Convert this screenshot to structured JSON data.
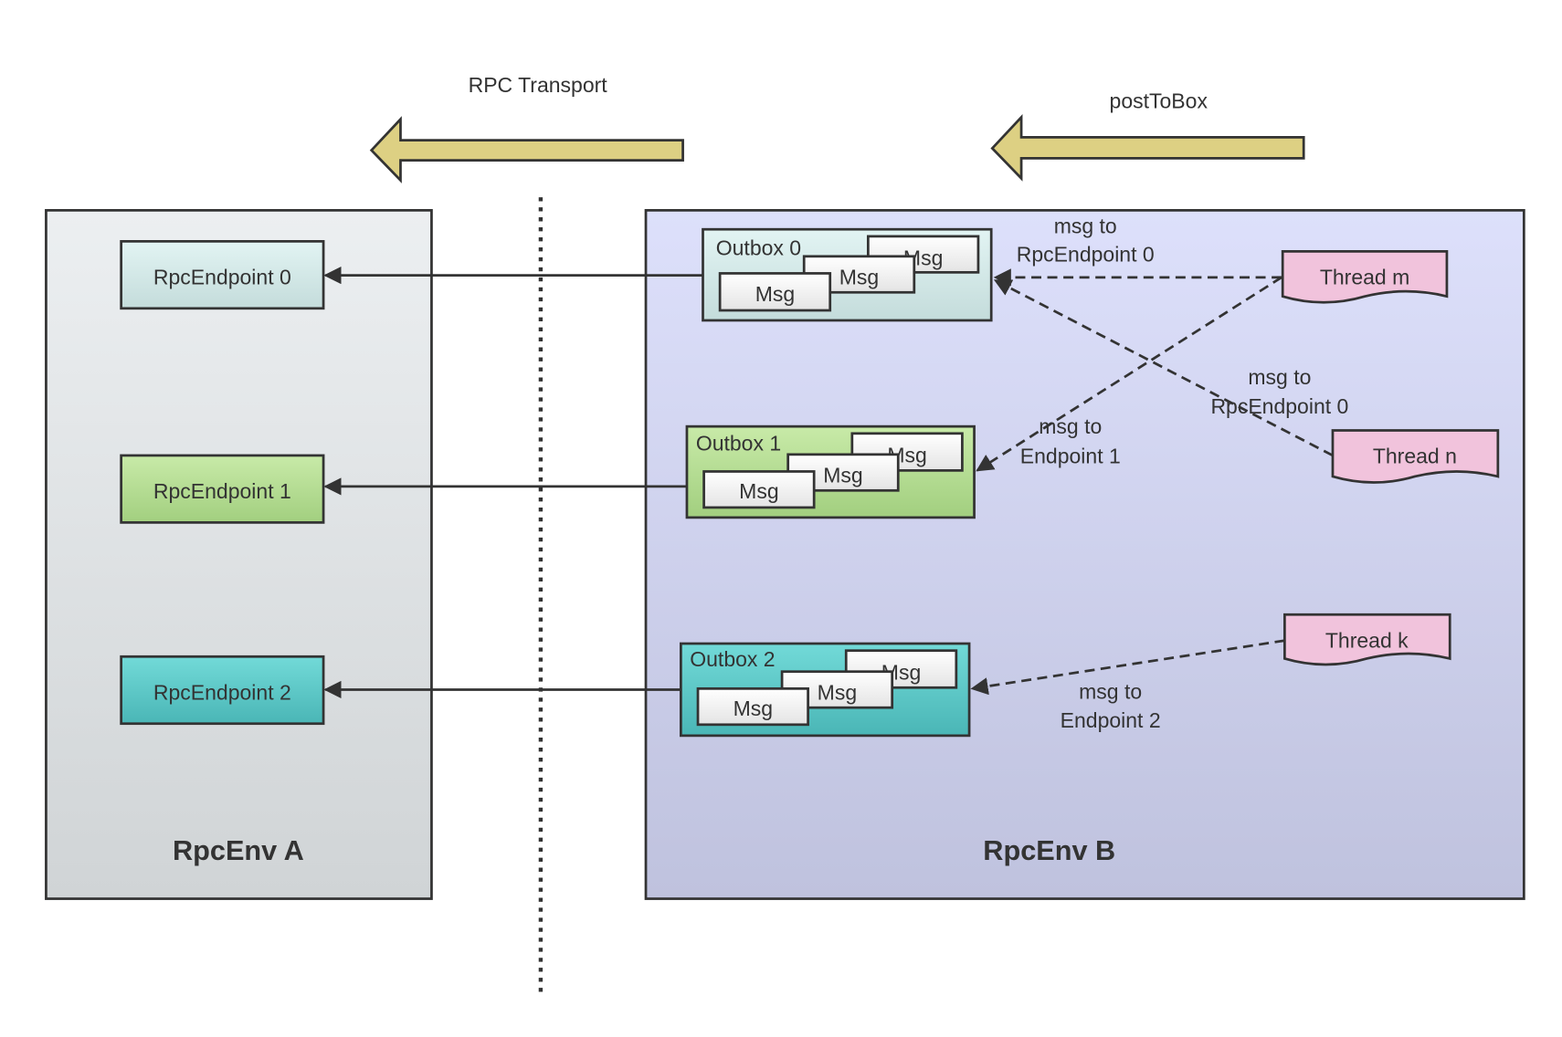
{
  "arrows": {
    "rpc_transport": "RPC Transport",
    "post_to_box": "postToBox"
  },
  "env_a": {
    "title": "RpcEnv A",
    "endpoints": [
      "RpcEndpoint 0",
      "RpcEndpoint 1",
      "RpcEndpoint 2"
    ]
  },
  "env_b": {
    "title": "RpcEnv B",
    "outboxes": [
      {
        "label": "Outbox 0",
        "msgs": [
          "Msg",
          "Msg",
          "Msg"
        ]
      },
      {
        "label": "Outbox 1",
        "msgs": [
          "Msg",
          "Msg",
          "Msg"
        ]
      },
      {
        "label": "Outbox 2",
        "msgs": [
          "Msg",
          "Msg",
          "Msg"
        ]
      }
    ],
    "threads": [
      "Thread m",
      "Thread n",
      "Thread k"
    ],
    "edge_labels": [
      [
        "msg to",
        "RpcEndpoint 0"
      ],
      [
        "msg to",
        "Endpoint 1"
      ],
      [
        "msg to",
        "RpcEndpoint 0"
      ],
      [
        "msg to",
        "Endpoint 2"
      ]
    ]
  },
  "colors": {
    "env_a": [
      "#eceff1",
      "#d0d4d6"
    ],
    "env_b": [
      "#dde0fb",
      "#bfc2de"
    ],
    "endpoint0": [
      "#e2f4f3",
      "#c4dcdb"
    ],
    "endpoint1": [
      "#c8eaa8",
      "#a2cf7f"
    ],
    "endpoint2": [
      "#72dad8",
      "#4ab6b6"
    ],
    "thread": "#f1c3dc",
    "arrow": "#ddd083",
    "msg": [
      "#ffffff",
      "#e4e4e4"
    ]
  }
}
